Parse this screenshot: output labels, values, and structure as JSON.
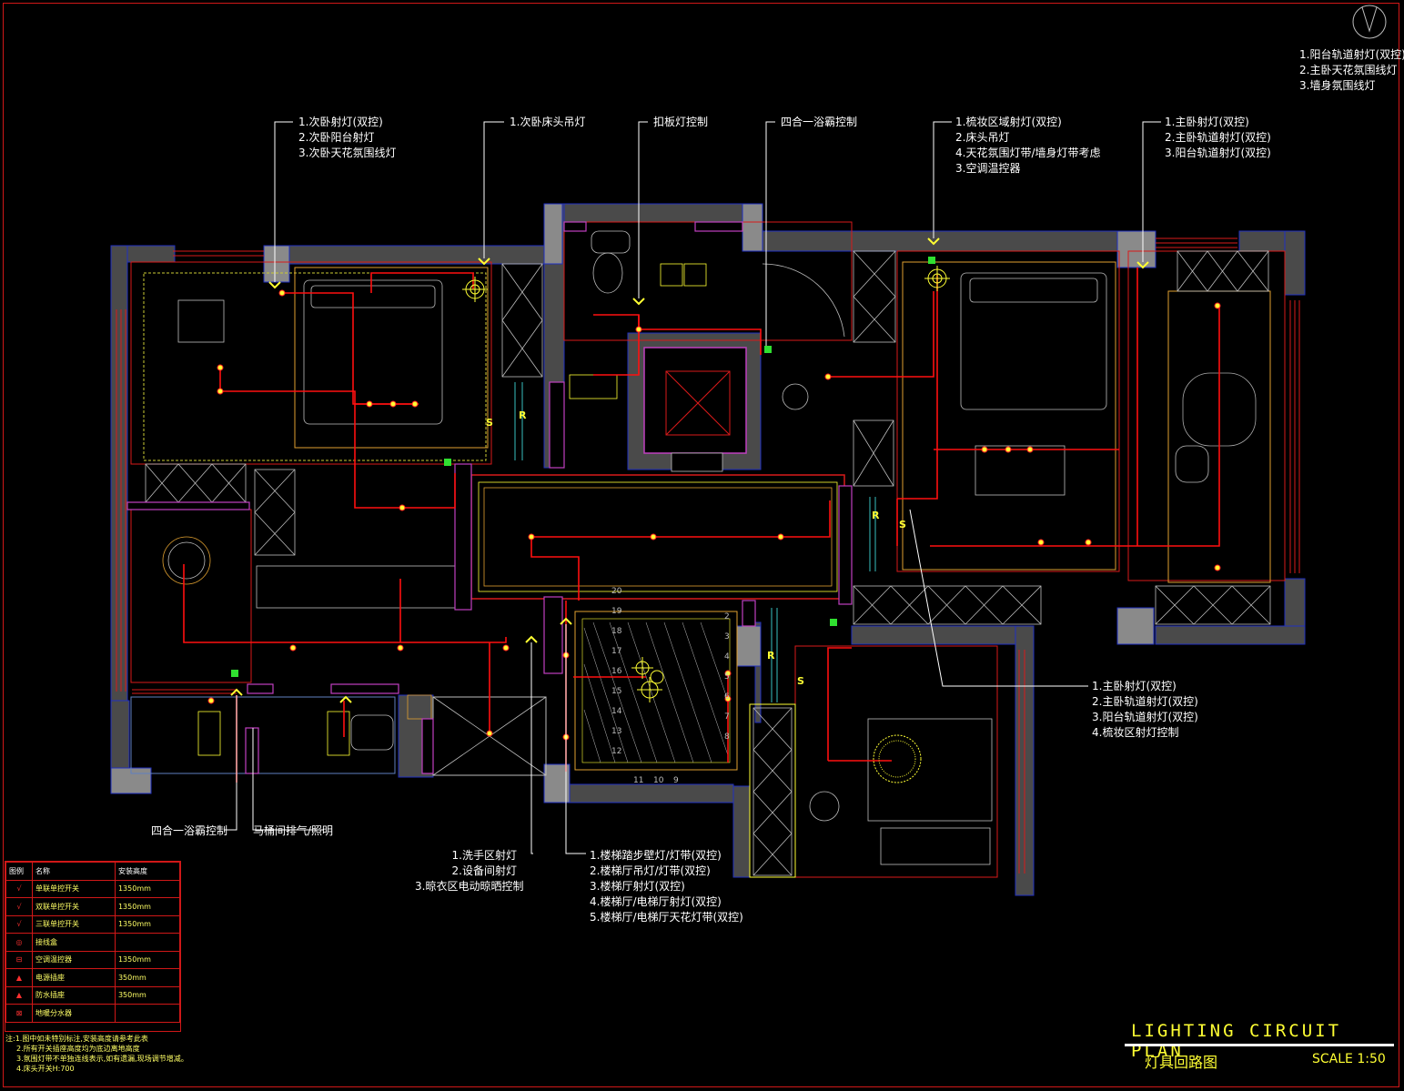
{
  "drawing": {
    "title_en": "LIGHTING CIRCUIT PLAN",
    "title_cn": "灯具回路图",
    "scale": "SCALE 1:50"
  },
  "callouts": {
    "top_right": [
      "1.阳台轨道射灯(双控)",
      "2.主卧天花氛围线灯",
      "3.墙身氛围线灯"
    ],
    "bedroom2_light": [
      "1.次卧射灯(双控)",
      "2.次卧阳台射灯",
      "3.次卧天花氛围线灯"
    ],
    "bedroom2_pendant": [
      "1.次卧床头吊灯"
    ],
    "ceiling_light": [
      "扣板灯控制"
    ],
    "bath_heater_top": [
      "四合一浴霸控制"
    ],
    "dressing_area": [
      "1.梳妆区域射灯(双控)",
      "2.床头吊灯",
      "4.天花氛围灯带/墙身灯带考虑",
      "3.空调温控器"
    ],
    "master_top": [
      "1.主卧射灯(双控)",
      "2.主卧轨道射灯(双控)",
      "3.阳台轨道射灯(双控)"
    ],
    "master_right": [
      "1.主卧射灯(双控)",
      "2.主卧轨道射灯(双控)",
      "3.阳台轨道射灯(双控)",
      "4.梳妆区射灯控制"
    ],
    "bath_heater_bottom": [
      "四合一浴霸控制"
    ],
    "toilet_fan": [
      "马桶间排气/照明"
    ],
    "washing_area": [
      "1.洗手区射灯",
      "2.设备间射灯",
      "3.晾衣区电动晾晒控制"
    ],
    "stair_area": [
      "1.楼梯踏步壁灯/灯带(双控)",
      "2.楼梯厅吊灯/灯带(双控)",
      "3.楼梯厅射灯(双控)",
      "4.楼梯厅/电梯厅射灯(双控)",
      "5.楼梯厅/电梯厅天花灯带(双控)"
    ]
  },
  "legend": {
    "headers": [
      "图例",
      "名称",
      "安装高度"
    ],
    "rows": [
      {
        "symbol": "√",
        "name": "单联单控开关",
        "height": "1350mm"
      },
      {
        "symbol": "√",
        "name": "双联单控开关",
        "height": "1350mm"
      },
      {
        "symbol": "√",
        "name": "三联单控开关",
        "height": "1350mm"
      },
      {
        "symbol": "◎",
        "name": "接线盒",
        "height": ""
      },
      {
        "symbol": "⊟",
        "name": "空调温控器",
        "height": "1350mm"
      },
      {
        "symbol": "▲",
        "name": "电源插座",
        "height": "350mm"
      },
      {
        "symbol": "▲",
        "name": "防水插座",
        "height": "350mm"
      },
      {
        "symbol": "⊠",
        "name": "地暖分水器",
        "height": ""
      }
    ]
  },
  "notes": [
    "注:1.图中如未特别标注,安装高度请参考此表",
    "2.所有开关插座高度均为底边离地高度",
    "3.氛围灯带不单独连线表示,如有遗漏,现场调节增减。",
    "4.床头开关H:700"
  ],
  "stair_numbers": [
    "20",
    "19",
    "18",
    "17",
    "16",
    "15",
    "14",
    "13",
    "12",
    "11",
    "10",
    "9",
    "8",
    "7",
    "6",
    "5",
    "4",
    "3",
    "2"
  ],
  "symbols": {
    "switch_s": "S",
    "riser_r": "R"
  },
  "colors": {
    "wall": "#4a4a4a",
    "circuit": "#e01010",
    "lamp": "#ffff33",
    "line": "#d81a1a",
    "furniture": "#bdbdbd",
    "partition": "#c040c0",
    "text": "#ffffff",
    "title": "#ffff33"
  }
}
